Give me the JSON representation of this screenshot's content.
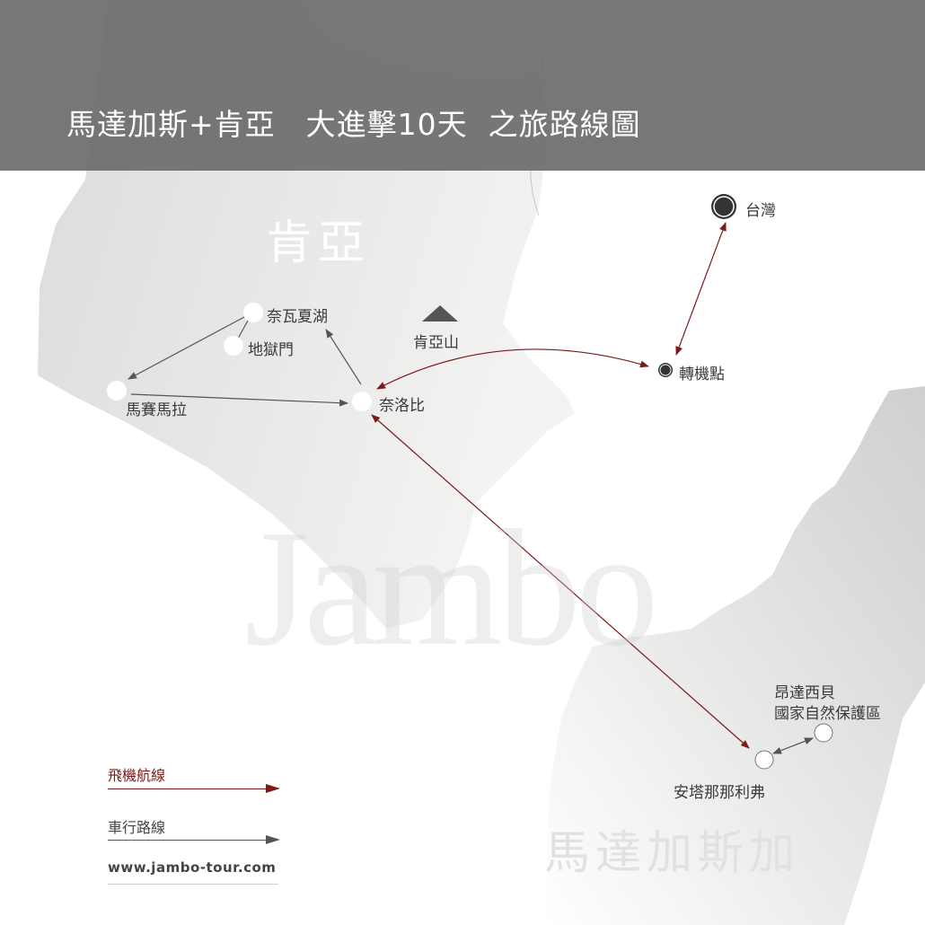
{
  "title": "馬達加斯+肯亞　大進擊10天  之旅路線圖",
  "countries": {
    "kenya": "肯亞",
    "madagascar": "馬達加斯加"
  },
  "watermark": "Jambo",
  "places": {
    "taiwan": "台灣",
    "transit": "轉機點",
    "nairobi": "奈洛比",
    "naivasha": "奈瓦夏湖",
    "hells_gate": "地獄門",
    "masai_mara": "馬賽馬拉",
    "mount_kenya": "肯亞山",
    "antananarivo": "安塔那那利弗",
    "andasibe_line1": "昂達西貝",
    "andasibe_line2": "國家自然保護區"
  },
  "legend": {
    "flight": "飛機航線",
    "drive": "車行路線",
    "website": "www.jambo-tour.com"
  },
  "colors": {
    "header": "#6e6c6c",
    "flight_route": "#7a1a1a",
    "drive_route": "#555555",
    "land": "#d9d8d6"
  }
}
